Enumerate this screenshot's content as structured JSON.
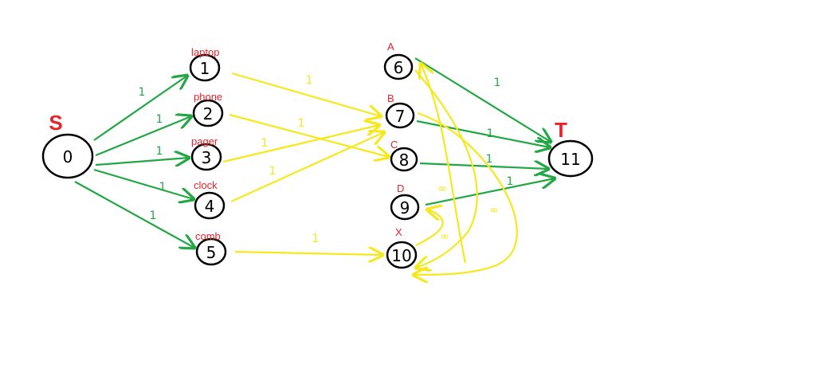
{
  "graph": {
    "source_label": "S",
    "sink_label": "T",
    "colors": {
      "source_edges": "#22a744",
      "middle_edges": "#f5e81c",
      "sink_edges": "#22a744",
      "labels": "#e8232a",
      "stroke": "#000000"
    },
    "nodes": [
      {
        "id": "0",
        "text": "0"
      },
      {
        "id": "1",
        "text": "1",
        "label": "laptop"
      },
      {
        "id": "2",
        "text": "2",
        "label": "phone"
      },
      {
        "id": "3",
        "text": "3",
        "label": "pager"
      },
      {
        "id": "4",
        "text": "4",
        "label": "clock"
      },
      {
        "id": "5",
        "text": "5",
        "label": "comb"
      },
      {
        "id": "6",
        "text": "6",
        "label": "A"
      },
      {
        "id": "7",
        "text": "7",
        "label": "B"
      },
      {
        "id": "8",
        "text": "8",
        "label": "C"
      },
      {
        "id": "9",
        "text": "9",
        "label": "D"
      },
      {
        "id": "10",
        "text": "10",
        "label": "X"
      },
      {
        "id": "11",
        "text": "11"
      }
    ],
    "edges": [
      {
        "from": "0",
        "to": "1",
        "capacity": "1",
        "color": "source_edges"
      },
      {
        "from": "0",
        "to": "2",
        "capacity": "1",
        "color": "source_edges"
      },
      {
        "from": "0",
        "to": "3",
        "capacity": "1",
        "color": "source_edges"
      },
      {
        "from": "0",
        "to": "4",
        "capacity": "1",
        "color": "source_edges"
      },
      {
        "from": "0",
        "to": "5",
        "capacity": "1",
        "color": "source_edges"
      },
      {
        "from": "1",
        "to": "7",
        "capacity": "1",
        "color": "middle_edges"
      },
      {
        "from": "2",
        "to": "8",
        "capacity": "1",
        "color": "middle_edges"
      },
      {
        "from": "3",
        "to": "7",
        "capacity": "1",
        "color": "middle_edges"
      },
      {
        "from": "4",
        "to": "7",
        "capacity": "1",
        "color": "middle_edges"
      },
      {
        "from": "5",
        "to": "10",
        "capacity": "1",
        "color": "middle_edges"
      },
      {
        "from": "6",
        "to": "11",
        "capacity": "1",
        "color": "sink_edges"
      },
      {
        "from": "7",
        "to": "11",
        "capacity": "1",
        "color": "sink_edges"
      },
      {
        "from": "8",
        "to": "11",
        "capacity": "1",
        "color": "sink_edges"
      },
      {
        "from": "9",
        "to": "11",
        "capacity": "1",
        "color": "sink_edges"
      },
      {
        "from": "6",
        "to": "10",
        "capacity": "∞",
        "color": "middle_edges"
      },
      {
        "from": "7",
        "to": "10",
        "capacity": "∞",
        "color": "middle_edges"
      },
      {
        "from": "10",
        "to": "9",
        "capacity": "∞",
        "color": "middle_edges"
      },
      {
        "from": "10",
        "to": "6",
        "capacity": "∞",
        "color": "middle_edges"
      }
    ]
  }
}
